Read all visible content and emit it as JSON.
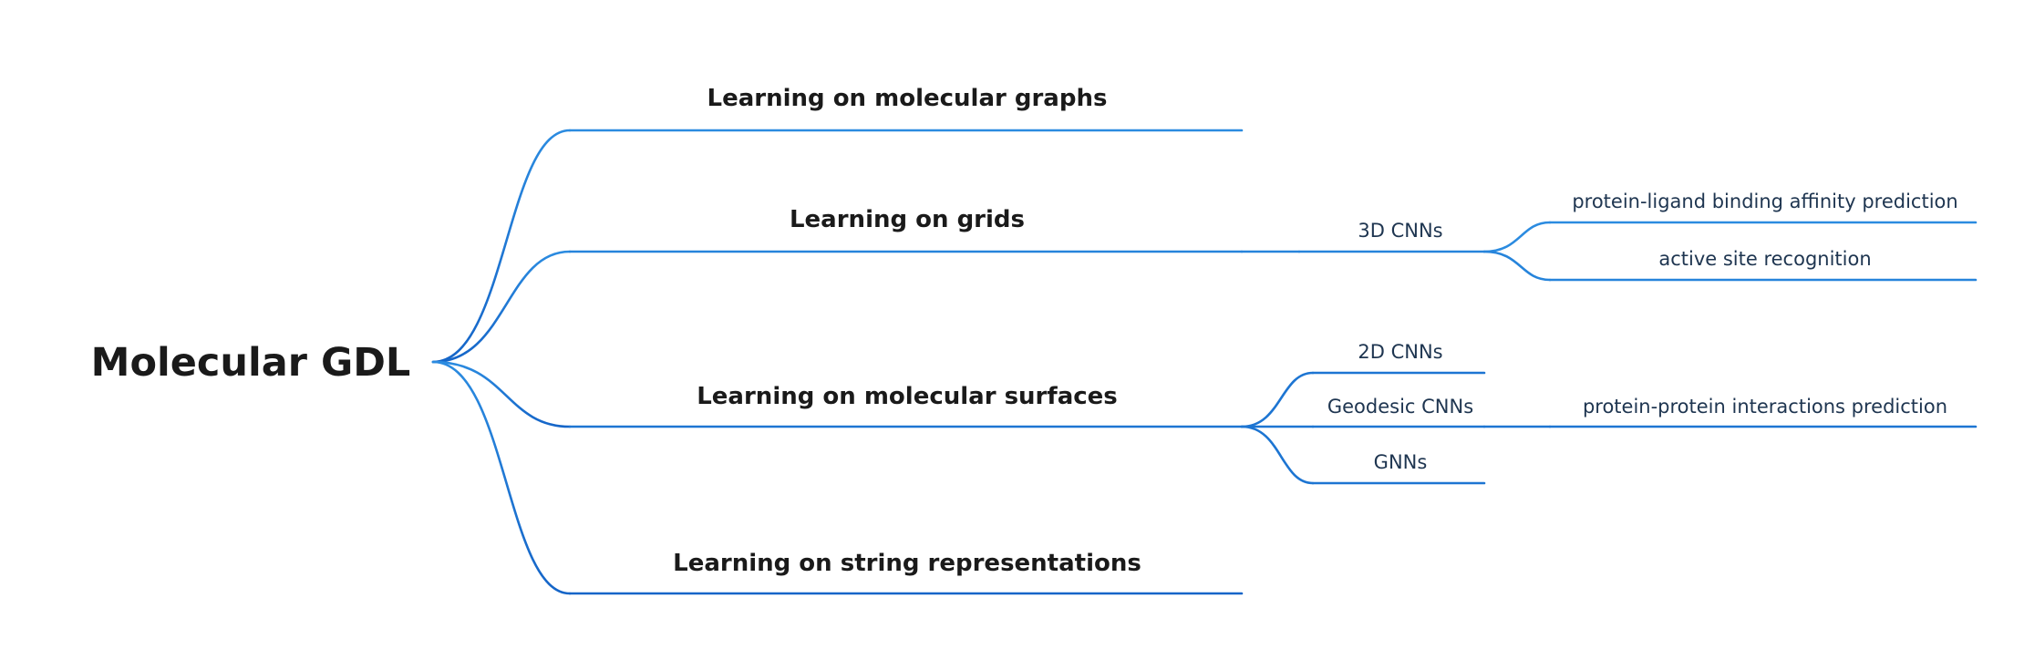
{
  "root": {
    "label": "Molecular GDL"
  },
  "colors": {
    "edge_top": "#2b8be0",
    "edge_bottom": "#1565c8",
    "text": "#1a1a1a",
    "subtext": "#1e3550"
  },
  "branches": [
    {
      "label": "Learning on molecular graphs",
      "children": []
    },
    {
      "label": "Learning on grids",
      "children": [
        {
          "label": "3D CNNs",
          "children": [
            {
              "label": "protein-ligand binding affinity prediction"
            },
            {
              "label": "active site recognition"
            }
          ]
        }
      ]
    },
    {
      "label": "Learning on molecular surfaces",
      "children": [
        {
          "label": "2D CNNs",
          "children": []
        },
        {
          "label": "Geodesic CNNs",
          "children": [
            {
              "label": "protein-protein interactions prediction"
            }
          ]
        },
        {
          "label": "GNNs",
          "children": []
        }
      ]
    },
    {
      "label": "Learning on string representations",
      "children": []
    }
  ]
}
